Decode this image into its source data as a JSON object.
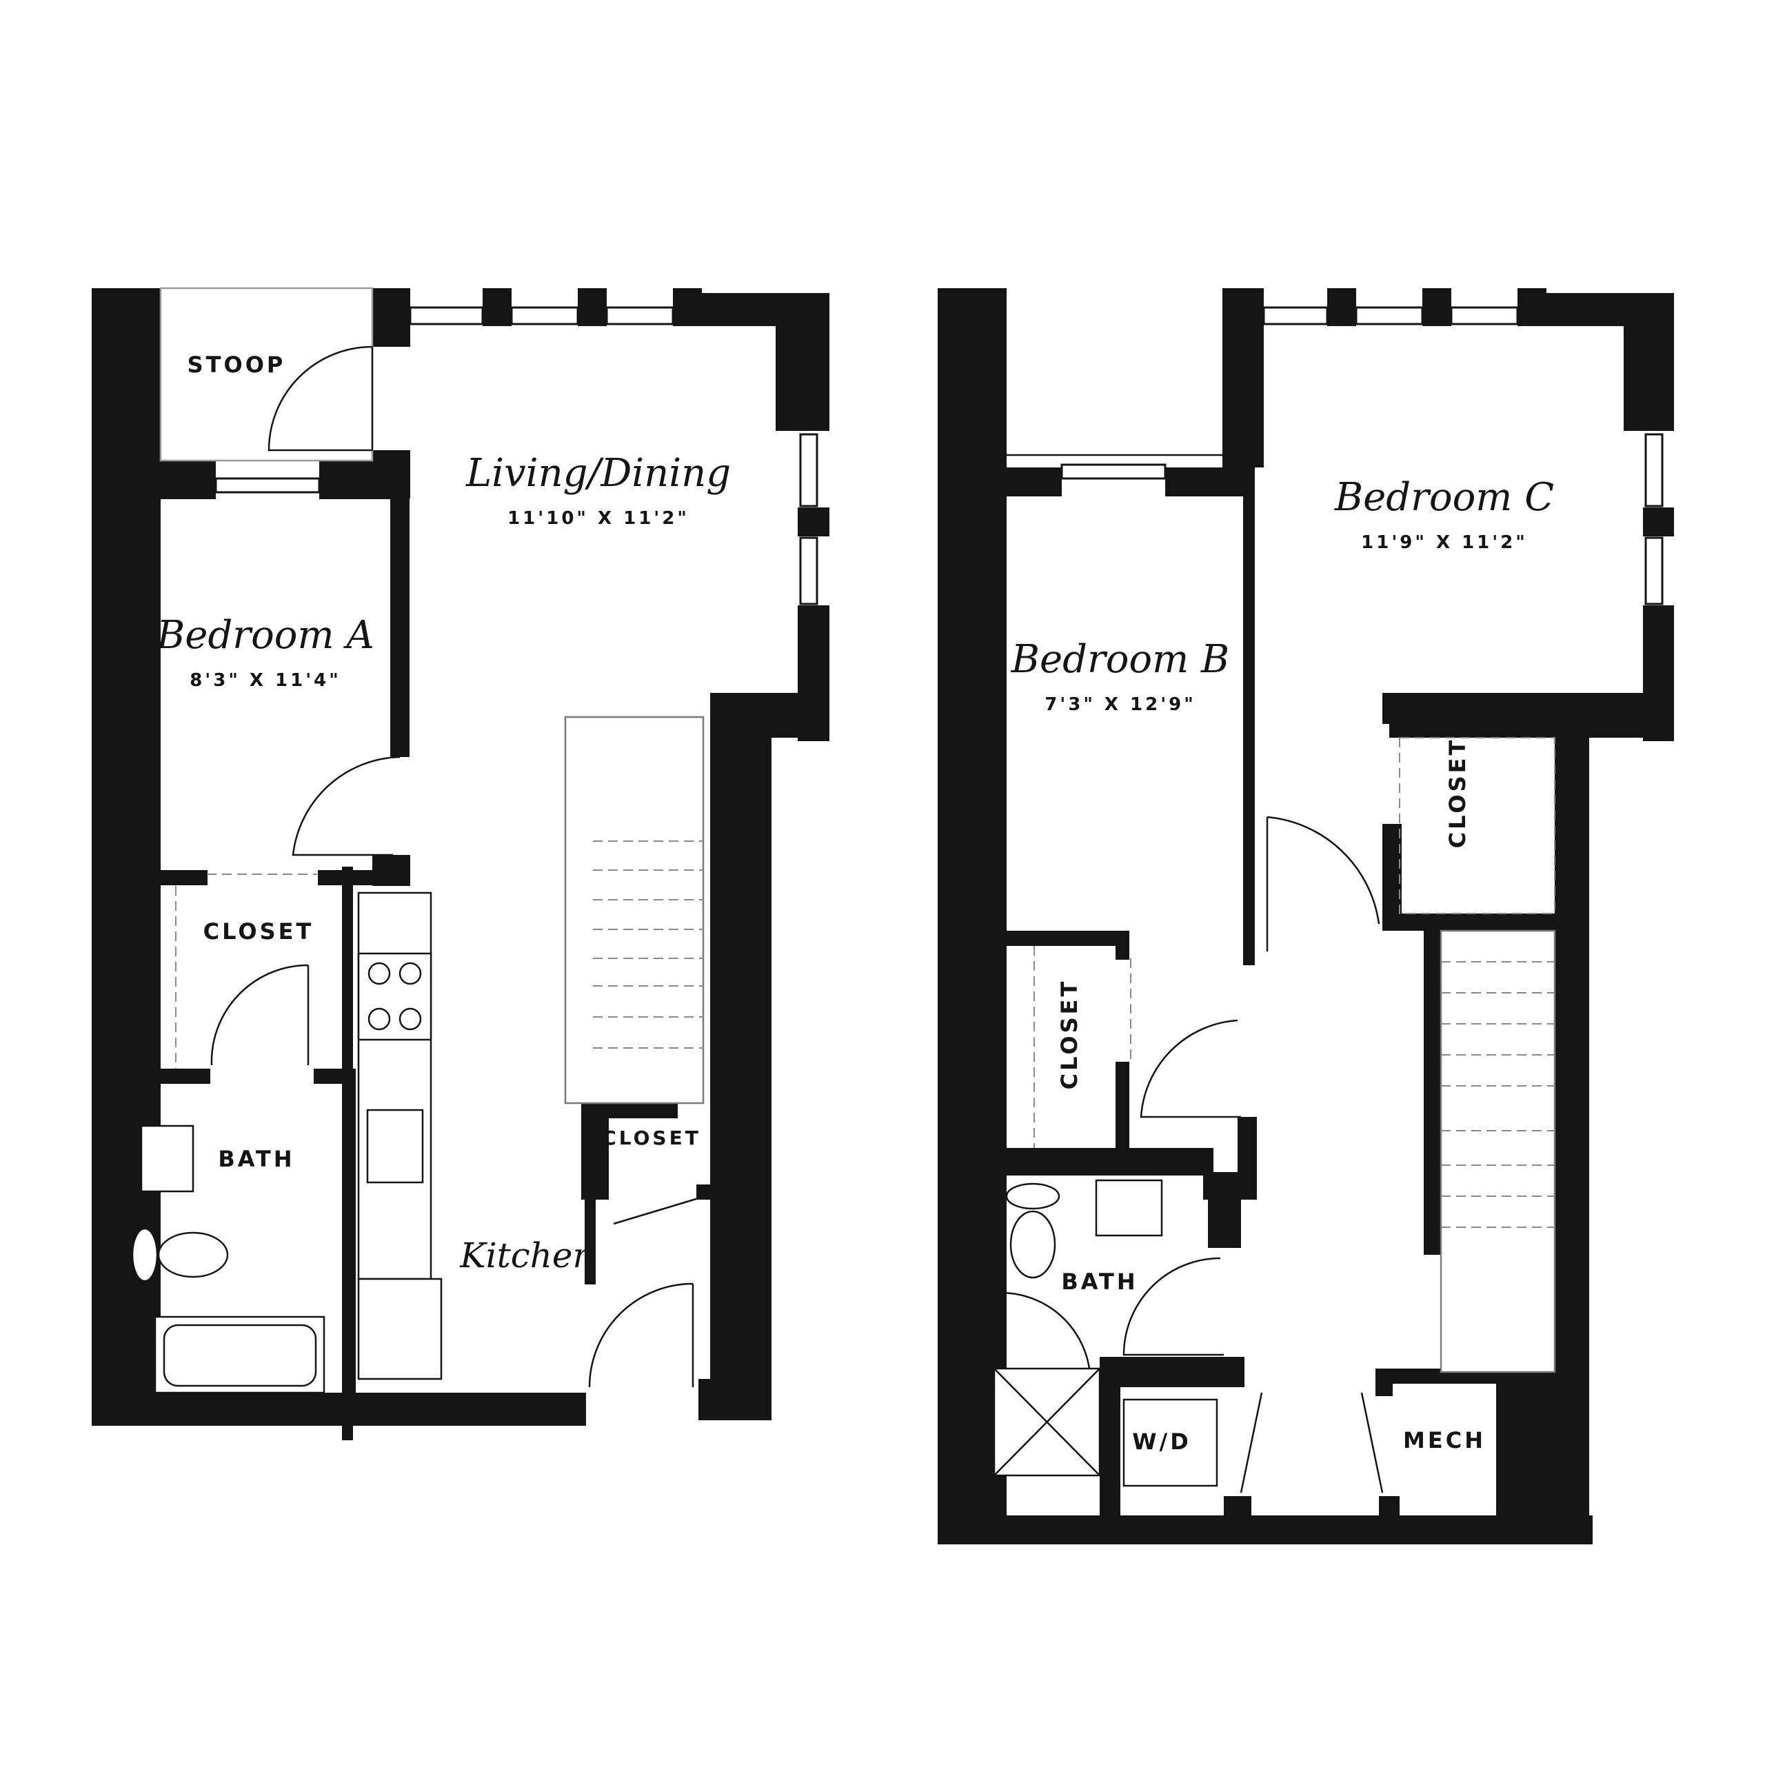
{
  "colors": {
    "wall": "#151515",
    "background": "#ffffff"
  },
  "level_1": {
    "stoop": "STOOP",
    "living_dining": {
      "name": "Living/Dining",
      "dims": "11'10\" X 11'2\""
    },
    "bedroom_a": {
      "name": "Bedroom A",
      "dims": "8'3\" X 11'4\""
    },
    "closet_a": "CLOSET",
    "bath": "BATH",
    "kitchen": "Kitchen",
    "closet_kitchen": "CLOSET"
  },
  "level_2": {
    "bedroom_b": {
      "name": "Bedroom B",
      "dims": "7'3\" X 12'9\""
    },
    "bedroom_c": {
      "name": "Bedroom C",
      "dims": "11'9\" X 11'2\""
    },
    "closet_b": "CLOSET",
    "closet_c": "CLOSET",
    "bath": "BATH",
    "wd": "W/D",
    "mech": "MECH"
  }
}
